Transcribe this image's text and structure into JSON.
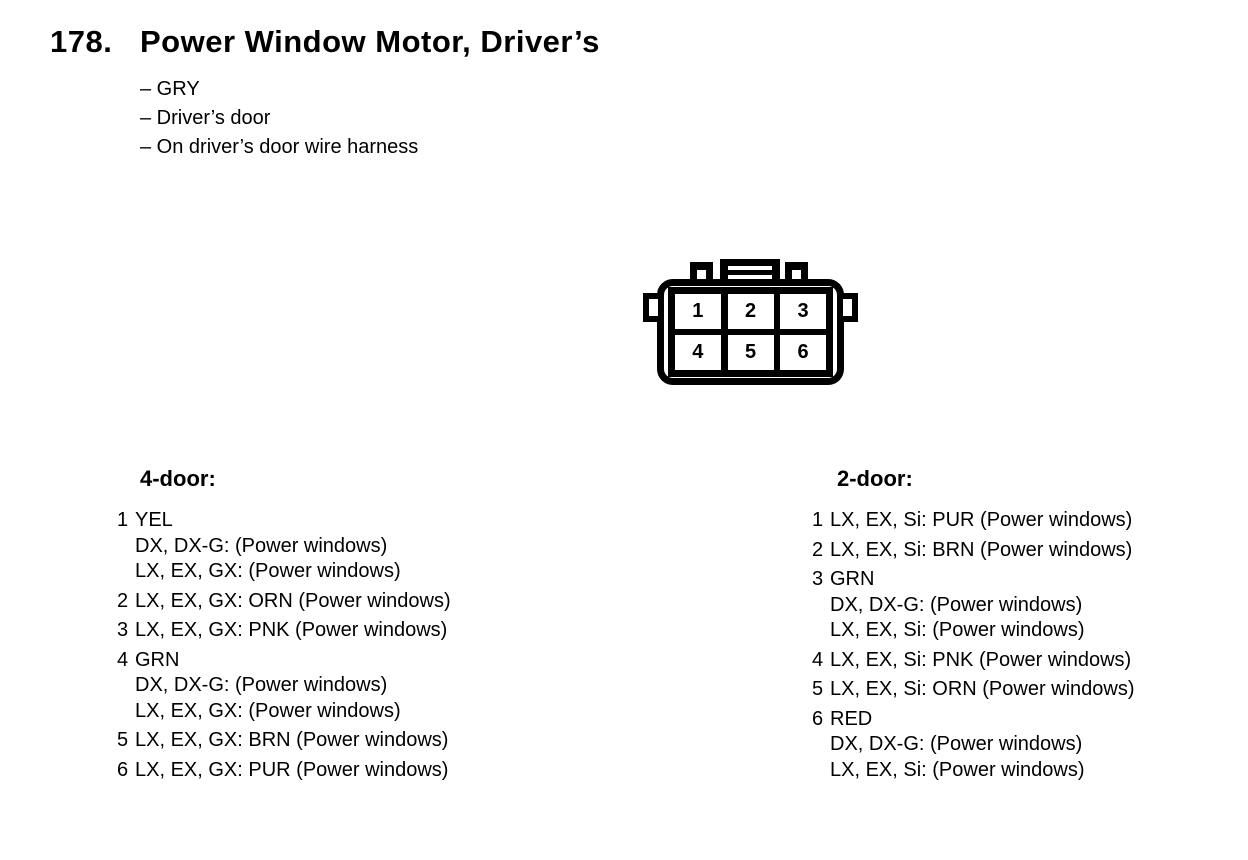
{
  "page": {
    "item_number": "178.",
    "title": "Power Window Motor, Driver’s",
    "details": [
      "– GRY",
      "– Driver’s door",
      "– On driver’s door wire harness"
    ]
  },
  "connector": {
    "description": "6-pin connector, front view",
    "pins": [
      "1",
      "2",
      "3",
      "4",
      "5",
      "6"
    ]
  },
  "columns": [
    {
      "heading": "4-door:",
      "entries": [
        {
          "pin": "1",
          "lines": [
            "YEL",
            "DX, DX-G: (Power windows)",
            "LX, EX, GX: (Power windows)"
          ]
        },
        {
          "pin": "2",
          "lines": [
            "LX, EX, GX: ORN (Power windows)"
          ]
        },
        {
          "pin": "3",
          "lines": [
            "LX, EX, GX: PNK (Power windows)"
          ]
        },
        {
          "pin": "4",
          "lines": [
            "GRN",
            "DX, DX-G: (Power windows)",
            "LX, EX, GX: (Power windows)"
          ]
        },
        {
          "pin": "5",
          "lines": [
            "LX, EX, GX: BRN (Power windows)"
          ]
        },
        {
          "pin": "6",
          "lines": [
            "LX, EX, GX: PUR (Power windows)"
          ]
        }
      ]
    },
    {
      "heading": "2-door:",
      "entries": [
        {
          "pin": "1",
          "lines": [
            "LX, EX, Si: PUR (Power windows)"
          ]
        },
        {
          "pin": "2",
          "lines": [
            "LX, EX, Si: BRN (Power windows)"
          ]
        },
        {
          "pin": "3",
          "lines": [
            "GRN",
            "DX, DX-G: (Power windows)",
            "LX, EX, Si: (Power windows)"
          ]
        },
        {
          "pin": "4",
          "lines": [
            "LX, EX, Si: PNK (Power windows)"
          ]
        },
        {
          "pin": "5",
          "lines": [
            "LX, EX, Si: ORN (Power windows)"
          ]
        },
        {
          "pin": "6",
          "lines": [
            "RED",
            "DX, DX-G: (Power windows)",
            "LX, EX, Si: (Power windows)"
          ]
        }
      ]
    }
  ],
  "colors": {
    "text": "#000000",
    "background": "#ffffff"
  }
}
